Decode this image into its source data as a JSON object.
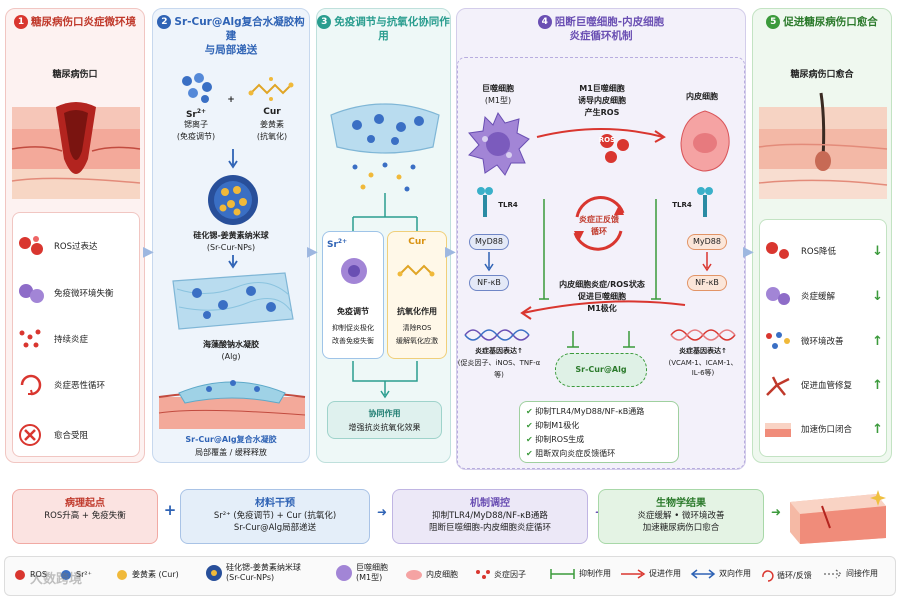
{
  "panels": {
    "p1": {
      "num": "1",
      "title": "糖尿病伤口炎症微环境",
      "subtitle": "糖尿病伤口",
      "items": [
        "ROS过表达",
        "免疫微环境失衡",
        "持续炎症",
        "炎症恶性循环",
        "愈合受阻"
      ]
    },
    "p2": {
      "num": "2",
      "title_line1": "Sr-Cur@Alg复合水凝胶构建",
      "title_line2": "与局部递送",
      "sr_symbol": "Sr",
      "sr_sup": "2+",
      "sr_name": "锶离子",
      "sr_role": "(免疫调节)",
      "plus": "+",
      "cur_symbol": "Cur",
      "cur_name": "姜黄素",
      "cur_role": "(抗氧化)",
      "np_line1": "硅化锶-姜黄素纳米球",
      "np_line2": "(Sr-Cur-NPs)",
      "gel_line1": "海藻酸钠水凝胶",
      "gel_line2": "(Alg)",
      "apply_line1": "Sr-Cur@Alg复合水凝胶",
      "apply_line2": "局部覆盖 / 缓释释放"
    },
    "p3": {
      "num": "3",
      "title": "免疫调节与抗氧化协同作用",
      "sr_label": "Sr",
      "sr_sup": "2+",
      "cur_label": "Cur",
      "sr_title": "免疫调节",
      "sr_desc1": "抑制促炎极化",
      "sr_desc2": "改善免疫失衡",
      "cur_title": "抗氧化作用",
      "cur_desc1": "清除ROS",
      "cur_desc2": "缓解氧化应激",
      "syn_title": "协同作用",
      "syn_desc": "增强抗炎抗氧化效果"
    },
    "p4": {
      "num": "4",
      "title_line1": "阻断巨噬细胞-内皮细胞",
      "title_line2": "炎症循环机制",
      "mac_line1": "巨噬细胞",
      "mac_line2": "(M1型)",
      "m1_line1": "M1巨噬细胞",
      "m1_line2": "诱导内皮细胞",
      "m1_line3": "产生ROS",
      "endo": "内皮细胞",
      "ros": "ROS",
      "tlr4_left": "TLR4",
      "tlr4_right": "TLR4",
      "myd88_left": "MyD88",
      "myd88_right": "MyD88",
      "nfkb_left": "NF-κB",
      "nfkb_right": "NF-κB",
      "loop_line1": "炎症正反馈",
      "loop_line2": "循环",
      "mid_line1": "内皮细胞炎症/ROS状态",
      "mid_line2": "促进巨噬细胞",
      "mid_line3": "M1极化",
      "gene_left_line1": "炎症基因表达↑",
      "gene_left_line2": "(促炎因子、iNOS、TNF-α等)",
      "gene_right_line1": "炎症基因表达↑",
      "gene_right_line2": "(VCAM-1、ICAM-1、",
      "gene_right_line3": "IL-6等)",
      "drug": "Sr-Cur@Alg",
      "effects": [
        "抑制TLR4/MyD88/NF-κB通路",
        "抑制M1极化",
        "抑制ROS生成",
        "阻断双向炎症反馈循环"
      ]
    },
    "p5": {
      "num": "5",
      "title": "促进糖尿病伤口愈合",
      "subtitle": "糖尿病伤口愈合",
      "items": [
        {
          "label": "ROS降低",
          "dir": "down"
        },
        {
          "label": "炎症缓解",
          "dir": "down"
        },
        {
          "label": "微环境改善",
          "dir": "up"
        },
        {
          "label": "促进血管修复",
          "dir": "up"
        },
        {
          "label": "加速伤口闭合",
          "dir": "up"
        }
      ]
    }
  },
  "bottom": {
    "b1": {
      "title": "病理起点",
      "line1": "ROS升高 + 免疫失衡"
    },
    "plus": "+",
    "b2": {
      "title": "材料干预",
      "line1": "Sr²⁺ (免疫调节) + Cur (抗氧化)",
      "line2": "Sr-Cur@Alg局部递送"
    },
    "b3": {
      "title": "机制调控",
      "line1": "抑制TLR4/MyD88/NF-κB通路",
      "line2": "阻断巨噬细胞-内皮细胞炎症循环"
    },
    "b4": {
      "title": "生物学结果",
      "line1": "炎症缓解 • 微环境改善",
      "line2": "加速糖尿病伤口愈合"
    }
  },
  "legend": {
    "ros": "ROS",
    "sr": "Sr²⁺",
    "cur": "姜黄素 (Cur)",
    "np_line1": "硅化锶-姜黄素纳米球",
    "np_line2": "(Sr-Cur-NPs)",
    "mac_line1": "巨噬细胞",
    "mac_line2": "(M1型)",
    "endo": "内皮细胞",
    "factor": "炎症因子",
    "inhibit": "抑制作用",
    "promote": "促进作用",
    "bidir": "双向作用",
    "cycle": "循环/反馈",
    "indirect": "间接作用"
  },
  "watermark": "大数跨境",
  "colors": {
    "red": "#d9362f",
    "blue": "#2f63b5",
    "teal": "#2a9d8f",
    "purple": "#6a4fb3",
    "green": "#3b9a3b"
  }
}
